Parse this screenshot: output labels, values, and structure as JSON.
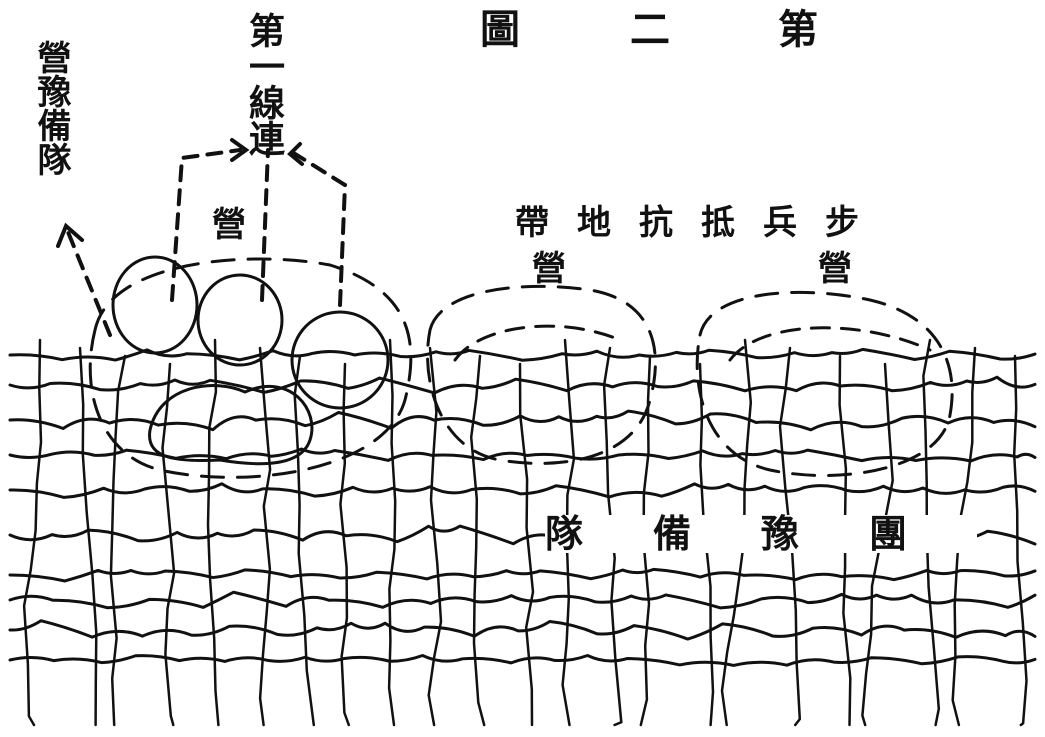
{
  "figure_title": "第二圖",
  "labels": {
    "reserve_battalion": "營豫備隊",
    "first_line_company": "第一線連",
    "battalion_left": "營",
    "battalion_mid": "營",
    "battalion_right": "營",
    "infantry_zone": "步兵抵抗地帶",
    "regiment_reserve": "團豫備隊"
  },
  "colors": {
    "ink": "#111111",
    "paper": "#ffffff"
  }
}
